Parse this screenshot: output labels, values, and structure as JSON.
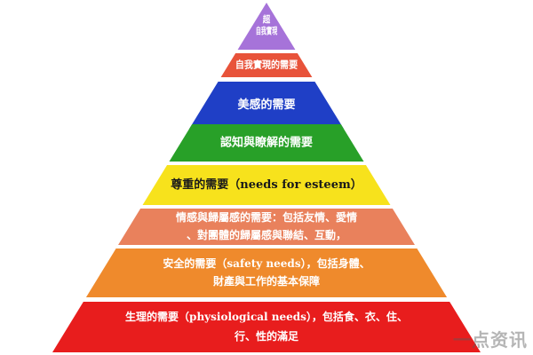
{
  "pyramid": {
    "tiers": [
      {
        "lines": [
          "超",
          "自我實現"
        ],
        "color": "#a673d9",
        "text_color": "#ffffff"
      },
      {
        "lines": [
          "自我實現的需要"
        ],
        "color": "#e8533a",
        "text_color": "#ffffff"
      },
      {
        "lines": [
          "美感的需要"
        ],
        "color": "#1f3fc6",
        "text_color": "#ffffff"
      },
      {
        "lines": [
          "認知與瞭解的需要"
        ],
        "color": "#28a028",
        "text_color": "#ffffff"
      },
      {
        "lines": [
          "尊重的需要（needs for esteem）"
        ],
        "color": "#f7e21c",
        "text_color": "#1a1a1a"
      },
      {
        "lines": [
          "情感與歸屬感的需要：包括友情、愛情",
          "、對團體的歸屬感與聯結、互動，"
        ],
        "color": "#e9815c",
        "text_color": "#ffffff"
      },
      {
        "lines": [
          "安全的需要（safety needs），包括身體、",
          "財產與工作的基本保障"
        ],
        "color": "#ef8a2c",
        "text_color": "#ffffff"
      },
      {
        "lines": [
          "生理的需要（physiological needs），包括食、衣、住、",
          "行、性的滿足"
        ],
        "color": "#e81d1d",
        "text_color": "#ffffff"
      }
    ]
  },
  "watermark": "一点资讯"
}
